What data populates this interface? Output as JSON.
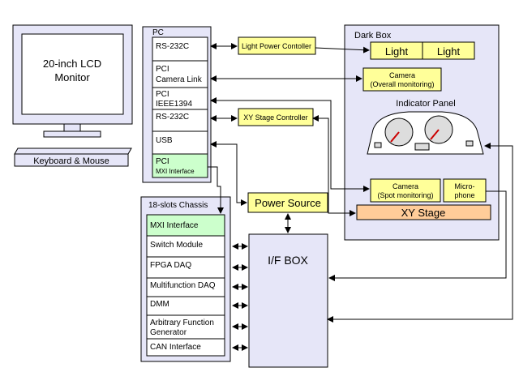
{
  "monitor": {
    "line1": "20-inch LCD",
    "line2": "Monitor"
  },
  "keyboard": {
    "label": "Keyboard & Mouse"
  },
  "pc": {
    "title": "PC",
    "ports": [
      {
        "lines": [
          "RS-232C"
        ]
      },
      {
        "lines": [
          "PCI",
          "Camera Link"
        ]
      },
      {
        "lines": [
          "PCI",
          "IEEE1394"
        ]
      },
      {
        "lines": [
          "RS-232C"
        ]
      },
      {
        "lines": [
          "USB"
        ]
      },
      {
        "lines": [
          "PCI",
          "MXI Interface"
        ]
      }
    ]
  },
  "light_power_controller": {
    "label": "Light Power Contoller"
  },
  "xy_stage_controller": {
    "label": "XY Stage Controller"
  },
  "power_source": {
    "label": "Power Source"
  },
  "if_box": {
    "label": "I/F BOX"
  },
  "dark_box": {
    "title": "Dark Box",
    "lights": [
      "Light",
      "Light"
    ],
    "camera_overall": {
      "line1": "Camera",
      "line2": "(Overall monitoring)"
    },
    "indicator_panel": {
      "label": "Indicator Panel"
    },
    "camera_spot": {
      "line1": "Camera",
      "line2": "(Spot monitoring)"
    },
    "microphone": {
      "line1": "Micro-",
      "line2": "phone"
    },
    "xy_stage": {
      "label": "XY Stage"
    }
  },
  "chassis": {
    "title": "18-slots Chassis",
    "modules": [
      {
        "lines": [
          "MXI Interface"
        ]
      },
      {
        "lines": [
          "Switch Module"
        ]
      },
      {
        "lines": [
          "FPGA DAQ"
        ]
      },
      {
        "lines": [
          "Multifunction DAQ"
        ]
      },
      {
        "lines": [
          "DMM"
        ]
      },
      {
        "lines": [
          "Arbitrary Function",
          "Generator"
        ]
      },
      {
        "lines": [
          "CAN Interface"
        ]
      }
    ]
  },
  "colors": {
    "panel_fill": "#e6e6f8",
    "yellow_fill": "#ffff99",
    "green_fill": "#ccffcc",
    "xy_stage_fill": "#ffcc99",
    "needle": "#cc0000"
  }
}
